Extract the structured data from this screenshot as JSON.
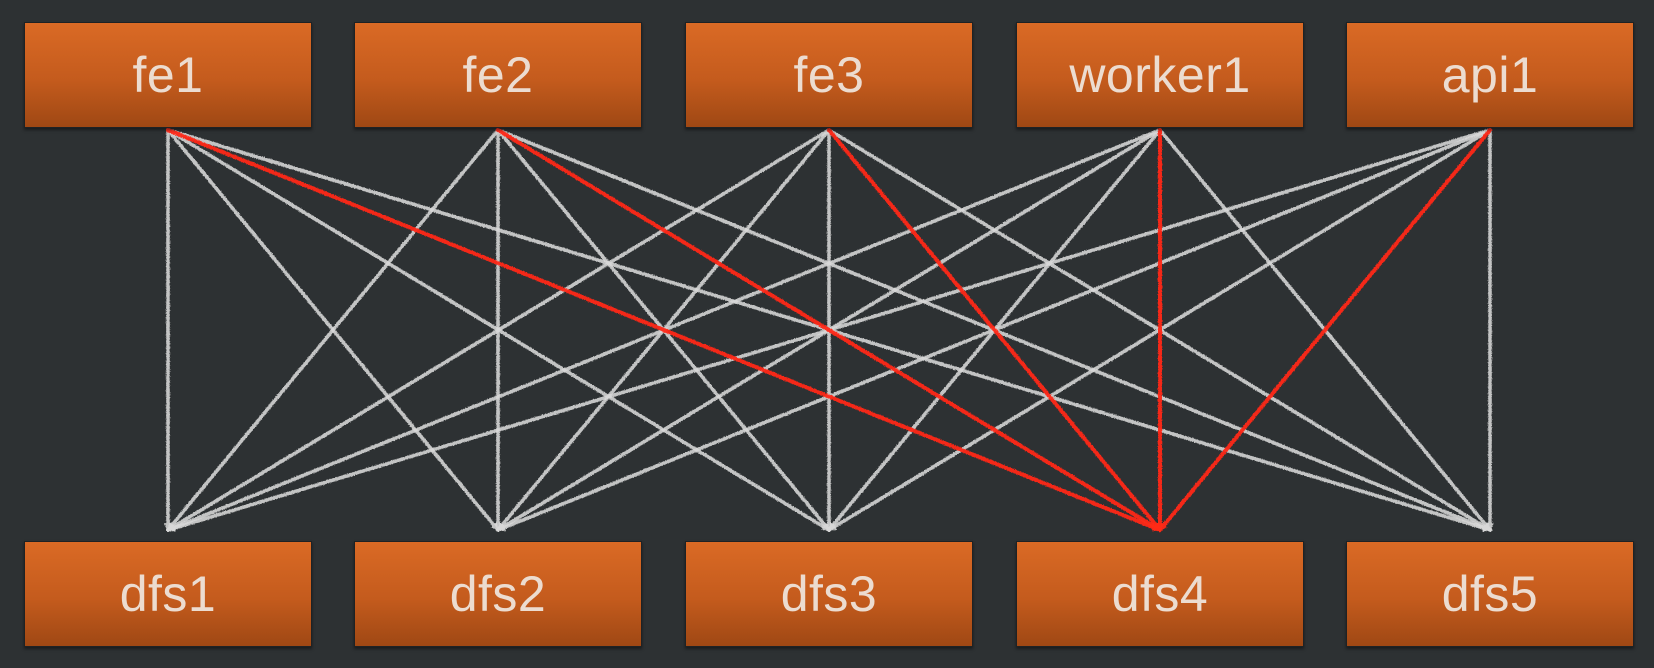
{
  "diagram": {
    "top_nodes": [
      {
        "id": "fe1",
        "label": "fe1"
      },
      {
        "id": "fe2",
        "label": "fe2"
      },
      {
        "id": "fe3",
        "label": "fe3"
      },
      {
        "id": "worker1",
        "label": "worker1"
      },
      {
        "id": "api1",
        "label": "api1"
      }
    ],
    "bottom_nodes": [
      {
        "id": "dfs1",
        "label": "dfs1"
      },
      {
        "id": "dfs2",
        "label": "dfs2"
      },
      {
        "id": "dfs3",
        "label": "dfs3"
      },
      {
        "id": "dfs4",
        "label": "dfs4"
      },
      {
        "id": "dfs5",
        "label": "dfs5"
      }
    ],
    "highlighted_target": "dfs4",
    "colors": {
      "background": "#2d3133",
      "node_fill": "#c45b1d",
      "node_text": "#ecdcd0",
      "edge_default": "#d9d9d9",
      "edge_highlight": "#ff2a1a"
    }
  }
}
